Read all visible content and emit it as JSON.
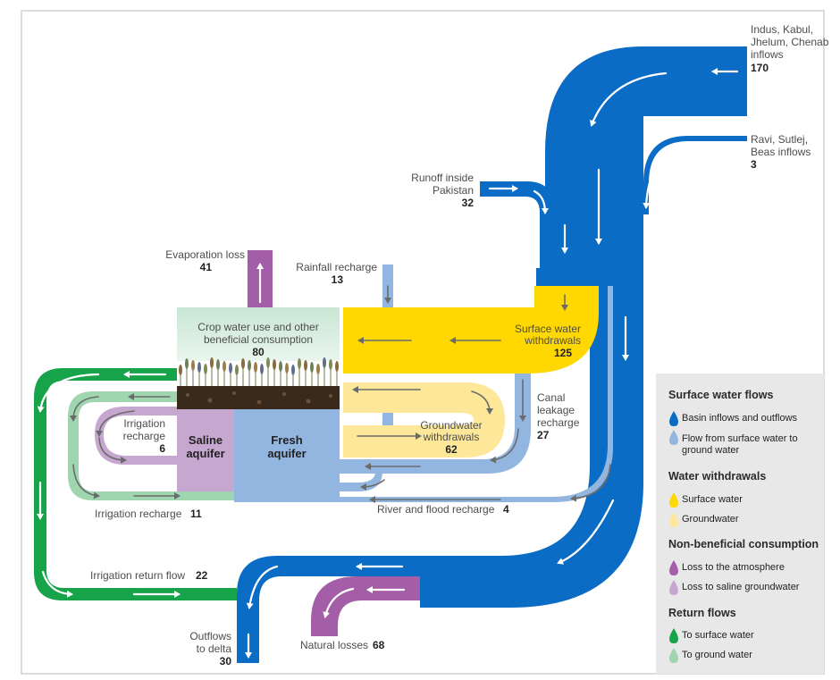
{
  "labels": {
    "indus_1": "Indus, Kabul,",
    "indus_2": "Jhelum, Chenab",
    "indus_3": "inflows",
    "indus_val": "170",
    "ravi_1": "Ravi, Sutlej,",
    "ravi_2": "Beas inflows",
    "ravi_val": "3",
    "runoff_1": "Runoff inside",
    "runoff_2": "Pakistan",
    "runoff_val": "32",
    "evap_1": "Evaporation loss",
    "evap_val": "41",
    "rain_1": "Rainfall recharge",
    "rain_val": "13",
    "crop_1": "Crop water use and other",
    "crop_2": "beneficial consumption",
    "crop_val": "80",
    "sw_1": "Surface water",
    "sw_2": "withdrawals",
    "sw_val": "125",
    "gw_1": "Groundwater",
    "gw_2": "withdrawals",
    "gw_val": "62",
    "canal_1": "Canal",
    "canal_2": "leakage",
    "canal_3": "recharge",
    "canal_val": "27",
    "irr_1": "Irrigation",
    "irr_2": "recharge",
    "irr_val": "6",
    "saline_1": "Saline",
    "saline_2": "aquifer",
    "fresh_1": "Fresh",
    "fresh_2": "aquifer",
    "irr11": "Irrigation recharge",
    "irr11_val": "11",
    "river": "River and flood recharge",
    "river_val": "4",
    "ret": "Irrigation return flow",
    "ret_val": "22",
    "out_1": "Outflows",
    "out_2": "to delta",
    "out_val": "30",
    "nat": "Natural losses",
    "nat_val": "68"
  },
  "legend": {
    "h1": "Surface water flows",
    "i1": "Basin inflows and outflows",
    "i2a": "Flow from surface water to",
    "i2b": "ground water",
    "h2": "Water withdrawals",
    "i3": "Surface water",
    "i4": "Groundwater",
    "h3": "Non-beneficial consumption",
    "i5": "Loss to the atmosphere",
    "i6": "Loss to saline groundwater",
    "h4": "Return flows",
    "i7": "To surface water",
    "i8": "To ground water"
  },
  "colors": {
    "basin": "#0a6cc4",
    "sw_to_gw": "#93b6e0",
    "sw_withdrawal": "#fed800",
    "gw_withdrawal": "#fde89a",
    "atmosphere": "#a45ea8",
    "saline": "#c6a7d0",
    "return_surface": "#16a34a",
    "return_ground": "#9fd6b0"
  }
}
